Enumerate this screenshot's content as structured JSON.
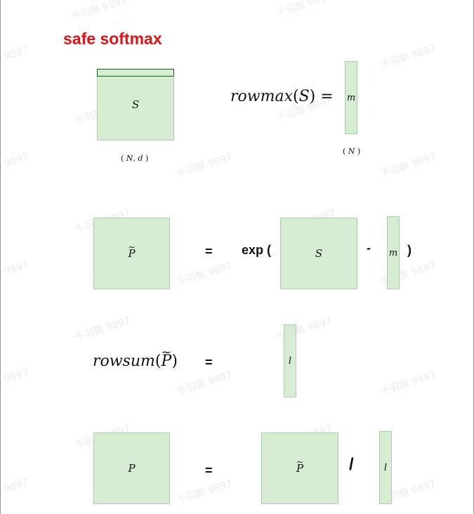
{
  "title": "safe softmax",
  "watermark": "千羽飘 9897",
  "labels": {
    "S": "S",
    "m": "m",
    "l": "l",
    "P": "P",
    "P_tilde_base": "P",
    "tilde": "~"
  },
  "dims": {
    "S_open": "( ",
    "S_N": "N",
    "S_sep": ", ",
    "S_d": "d",
    "S_close": " )",
    "m_open": "( ",
    "m_N": "N",
    "m_close": " )"
  },
  "equations": {
    "rowmax_func": "rowmax",
    "rowmax_arg_open": "(",
    "rowmax_arg": "S",
    "rowmax_arg_close": ")",
    "rowmax_eq": " =",
    "rowsum_func": "rowsum",
    "rowsum_open": "(",
    "rowsum_arg": "P",
    "rowsum_close": ")"
  },
  "operators": {
    "equals": "=",
    "exp_open": "exp (",
    "minus": "-",
    "close_paren": ")",
    "divide": "/"
  },
  "colors": {
    "title": "#dd1414",
    "matrix_fill": "#d6ecd3",
    "matrix_border": "#a9cfa5",
    "row_highlight": "#1e5a1e"
  }
}
